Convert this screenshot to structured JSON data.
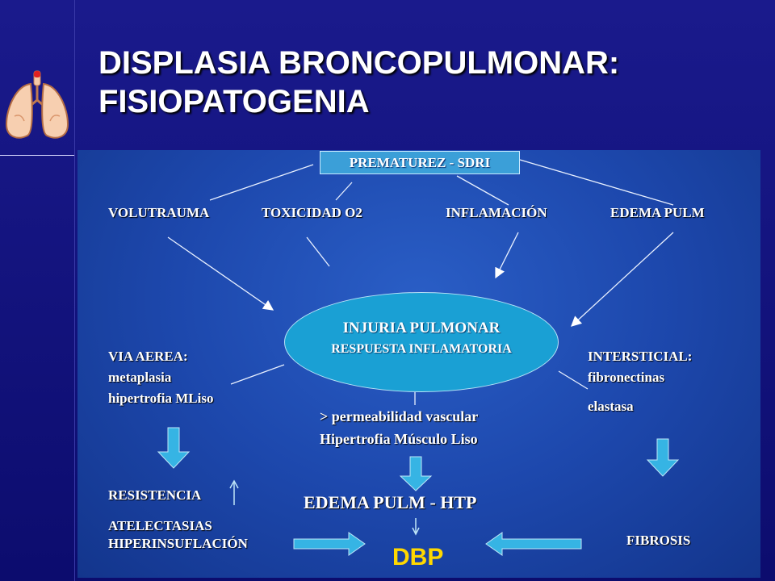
{
  "slide": {
    "title_line1": "DISPLASIA BRONCOPULMONAR:",
    "title_line2": "FISIOPATOGENIA"
  },
  "diagram": {
    "top": "PREMATUREZ - SDRI",
    "causes": [
      "VOLUTRAUMA",
      "TOXICIDAD O2",
      "INFLAMACIÓN",
      "EDEMA PULM"
    ],
    "center_line1": "INJURIA PULMONAR",
    "center_line2": "RESPUESTA INFLAMATORIA",
    "left": {
      "title": "VIA AEREA:",
      "line1": "metaplasia",
      "line2": "hipertrofia MLiso",
      "res": "RESISTENCIA",
      "atel": "ATELECTASIAS",
      "hiper": "HIPERINSUFLACIÓN"
    },
    "middle": {
      "line1": "> permeabilidad vascular",
      "line2": "Hipertrofia Músculo Liso",
      "edema": "EDEMA PULM - HTP"
    },
    "right": {
      "title": "INTERSTICIAL:",
      "line1": "fibronectinas",
      "line2": "elastasa",
      "fibrosis": "FIBROSIS"
    },
    "result": "DBP"
  },
  "colors": {
    "background": "#10107a",
    "panel": "#1d48ad",
    "box": "#3b9fd8",
    "ellipse": "#1aa0d4",
    "arrow": "#36b4e4",
    "result": "#ffd800"
  },
  "icons": [
    "lungs-icon"
  ]
}
